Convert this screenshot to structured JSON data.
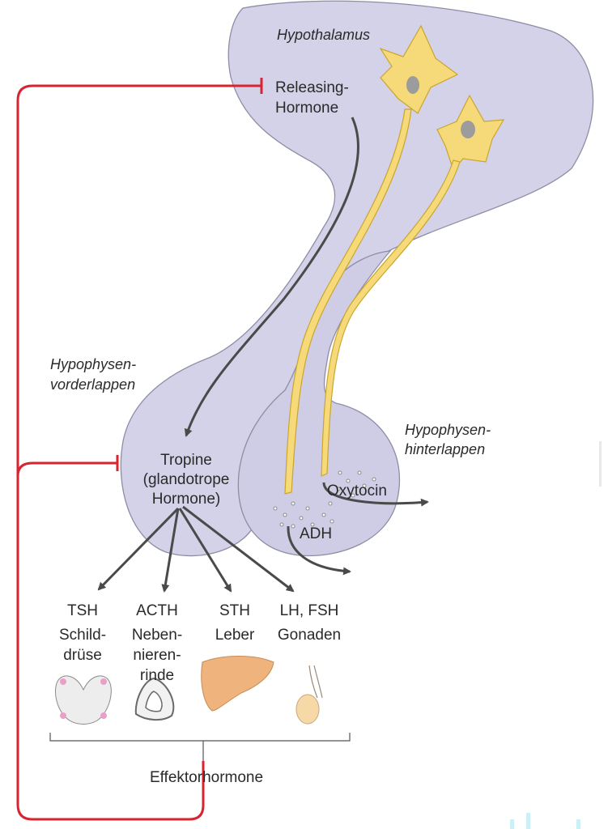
{
  "labels": {
    "hypothalamus": "Hypothalamus",
    "releasing_1": "Releasing-",
    "releasing_2": "Hormone",
    "hvl_1": "Hypophysen-",
    "hvl_2": "vorderlappen",
    "hhl_1": "Hypophysen-",
    "hhl_2": "hinterlappen",
    "tropine_1": "Tropine",
    "tropine_2": "(glandotrope",
    "tropine_3": "Hormone)",
    "oxytocin": "Oxytocin",
    "adh": "ADH",
    "effektor": "Effektorhormone"
  },
  "targets": [
    {
      "hormone": "TSH",
      "organ_lines": [
        "Schild-",
        "drüse"
      ],
      "icon": "thyroid-icon"
    },
    {
      "hormone": "ACTH",
      "organ_lines": [
        "Neben-",
        "nieren-",
        "rinde"
      ],
      "icon": "adrenal-icon"
    },
    {
      "hormone": "STH",
      "organ_lines": [
        "Leber"
      ],
      "icon": "liver-icon"
    },
    {
      "hormone": "LH, FSH",
      "organ_lines": [
        "Gonaden"
      ],
      "icon": "testis-icon"
    }
  ],
  "colors": {
    "gland": "#d3d2e8",
    "gland_stroke": "#8e8da5",
    "neuron": "#f6d979",
    "neuron_stroke": "#caa62c",
    "feedback": "#d9232e",
    "arrow": "#4a4a4a",
    "liver": "#efb47e",
    "testis": "#f6d9a7"
  }
}
